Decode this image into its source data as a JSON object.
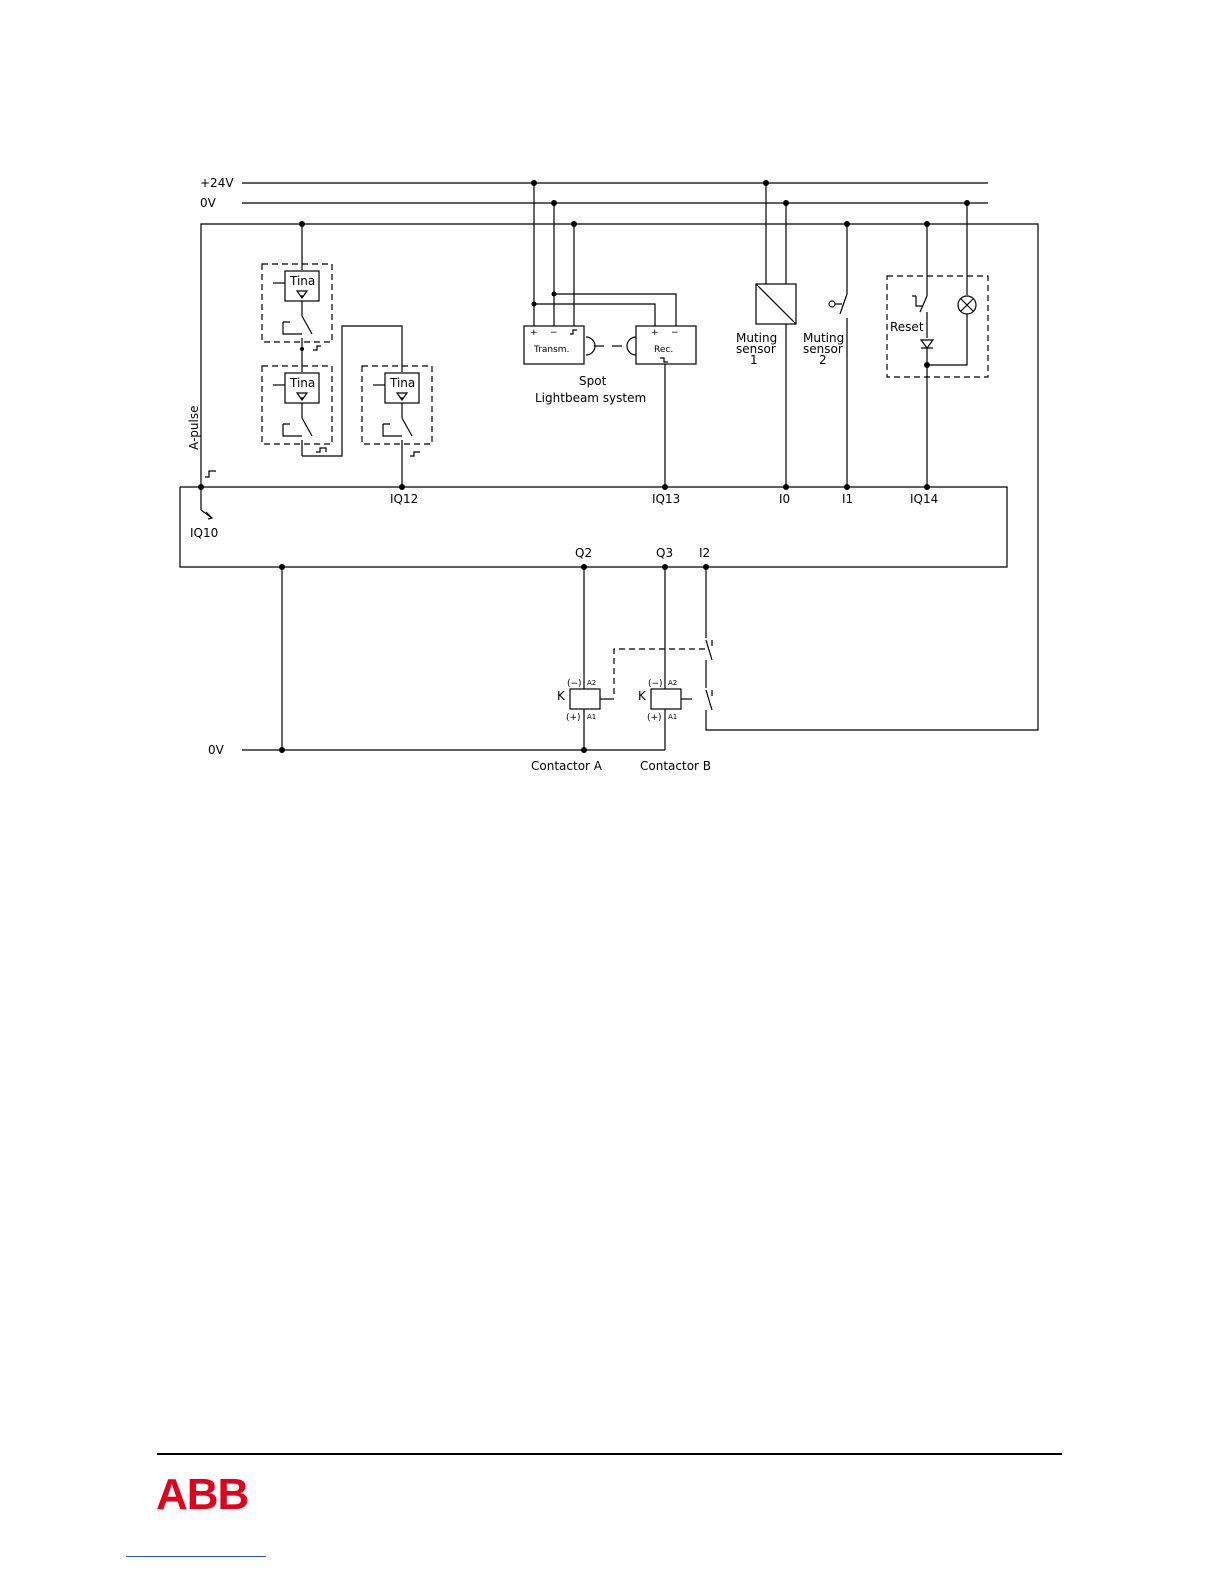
{
  "diagram": {
    "rails": {
      "supply_24v": "+24V",
      "supply_0v": "0V",
      "bottom_0v": "0V"
    },
    "safety_devices": {
      "tina_1": "Tina",
      "tina_2": "Tina",
      "tina_3": "Tina",
      "a_pulse": "A-pulse"
    },
    "lightbeam": {
      "transmitter": "Transm.",
      "receiver": "Rec.",
      "caption_line1": "Spot",
      "caption_line2": "Lightbeam  system",
      "plus": "+",
      "minus": "−"
    },
    "muting": {
      "sensor1_line1": "Muting",
      "sensor1_line2": "sensor",
      "sensor1_line3": "1",
      "sensor2_line1": "Muting",
      "sensor2_line2": "sensor",
      "sensor2_line3": "2"
    },
    "reset": {
      "label": "Reset"
    },
    "controller_terminals": {
      "iq10": "IQ10",
      "iq12": "IQ12",
      "iq13": "IQ13",
      "i0": "I0",
      "i1": "I1",
      "iq14": "IQ14",
      "q2": "Q2",
      "q3": "Q3",
      "i2": "I2"
    },
    "contactors": {
      "a_coil": "K",
      "b_coil": "K",
      "minus": "(−)",
      "plus": "(+)",
      "a2": "A2",
      "a1": "A1",
      "a_label": "Contactor  A",
      "b_label": "Contactor  B"
    }
  },
  "footer": {
    "logo": "ABB"
  },
  "colors": {
    "line": "#000000",
    "logo": "#e2001a",
    "link": "#2a4fd8"
  }
}
